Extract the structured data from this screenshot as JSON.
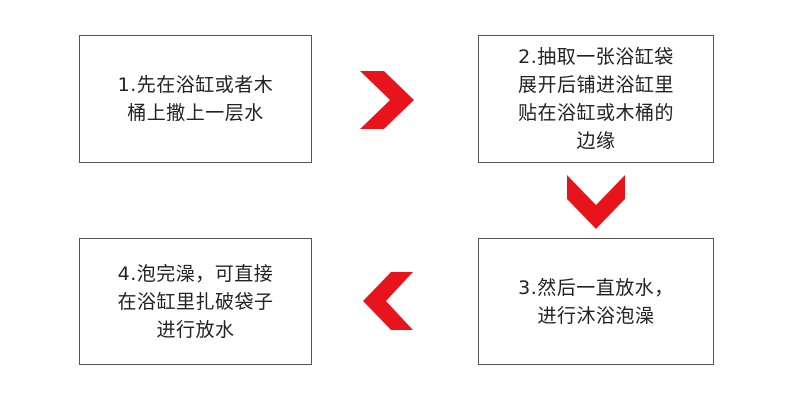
{
  "colors": {
    "arrow": "#e8141b",
    "border": "#555555",
    "text": "#222222"
  },
  "steps": [
    {
      "text": "1.先在浴缸或者木\n桶上撒上一层水"
    },
    {
      "text": "2.抽取一张浴缸袋\n展开后铺进浴缸里\n贴在浴缸或木桶的\n边缘"
    },
    {
      "text": "3.然后一直放水，\n进行沐浴泡澡"
    },
    {
      "text": "4.泡完澡，可直接\n在浴缸里扎破袋子\n进行放水"
    }
  ],
  "arrows": [
    {
      "icon": "chevron-right-icon"
    },
    {
      "icon": "chevron-down-icon"
    },
    {
      "icon": "chevron-left-icon"
    }
  ]
}
